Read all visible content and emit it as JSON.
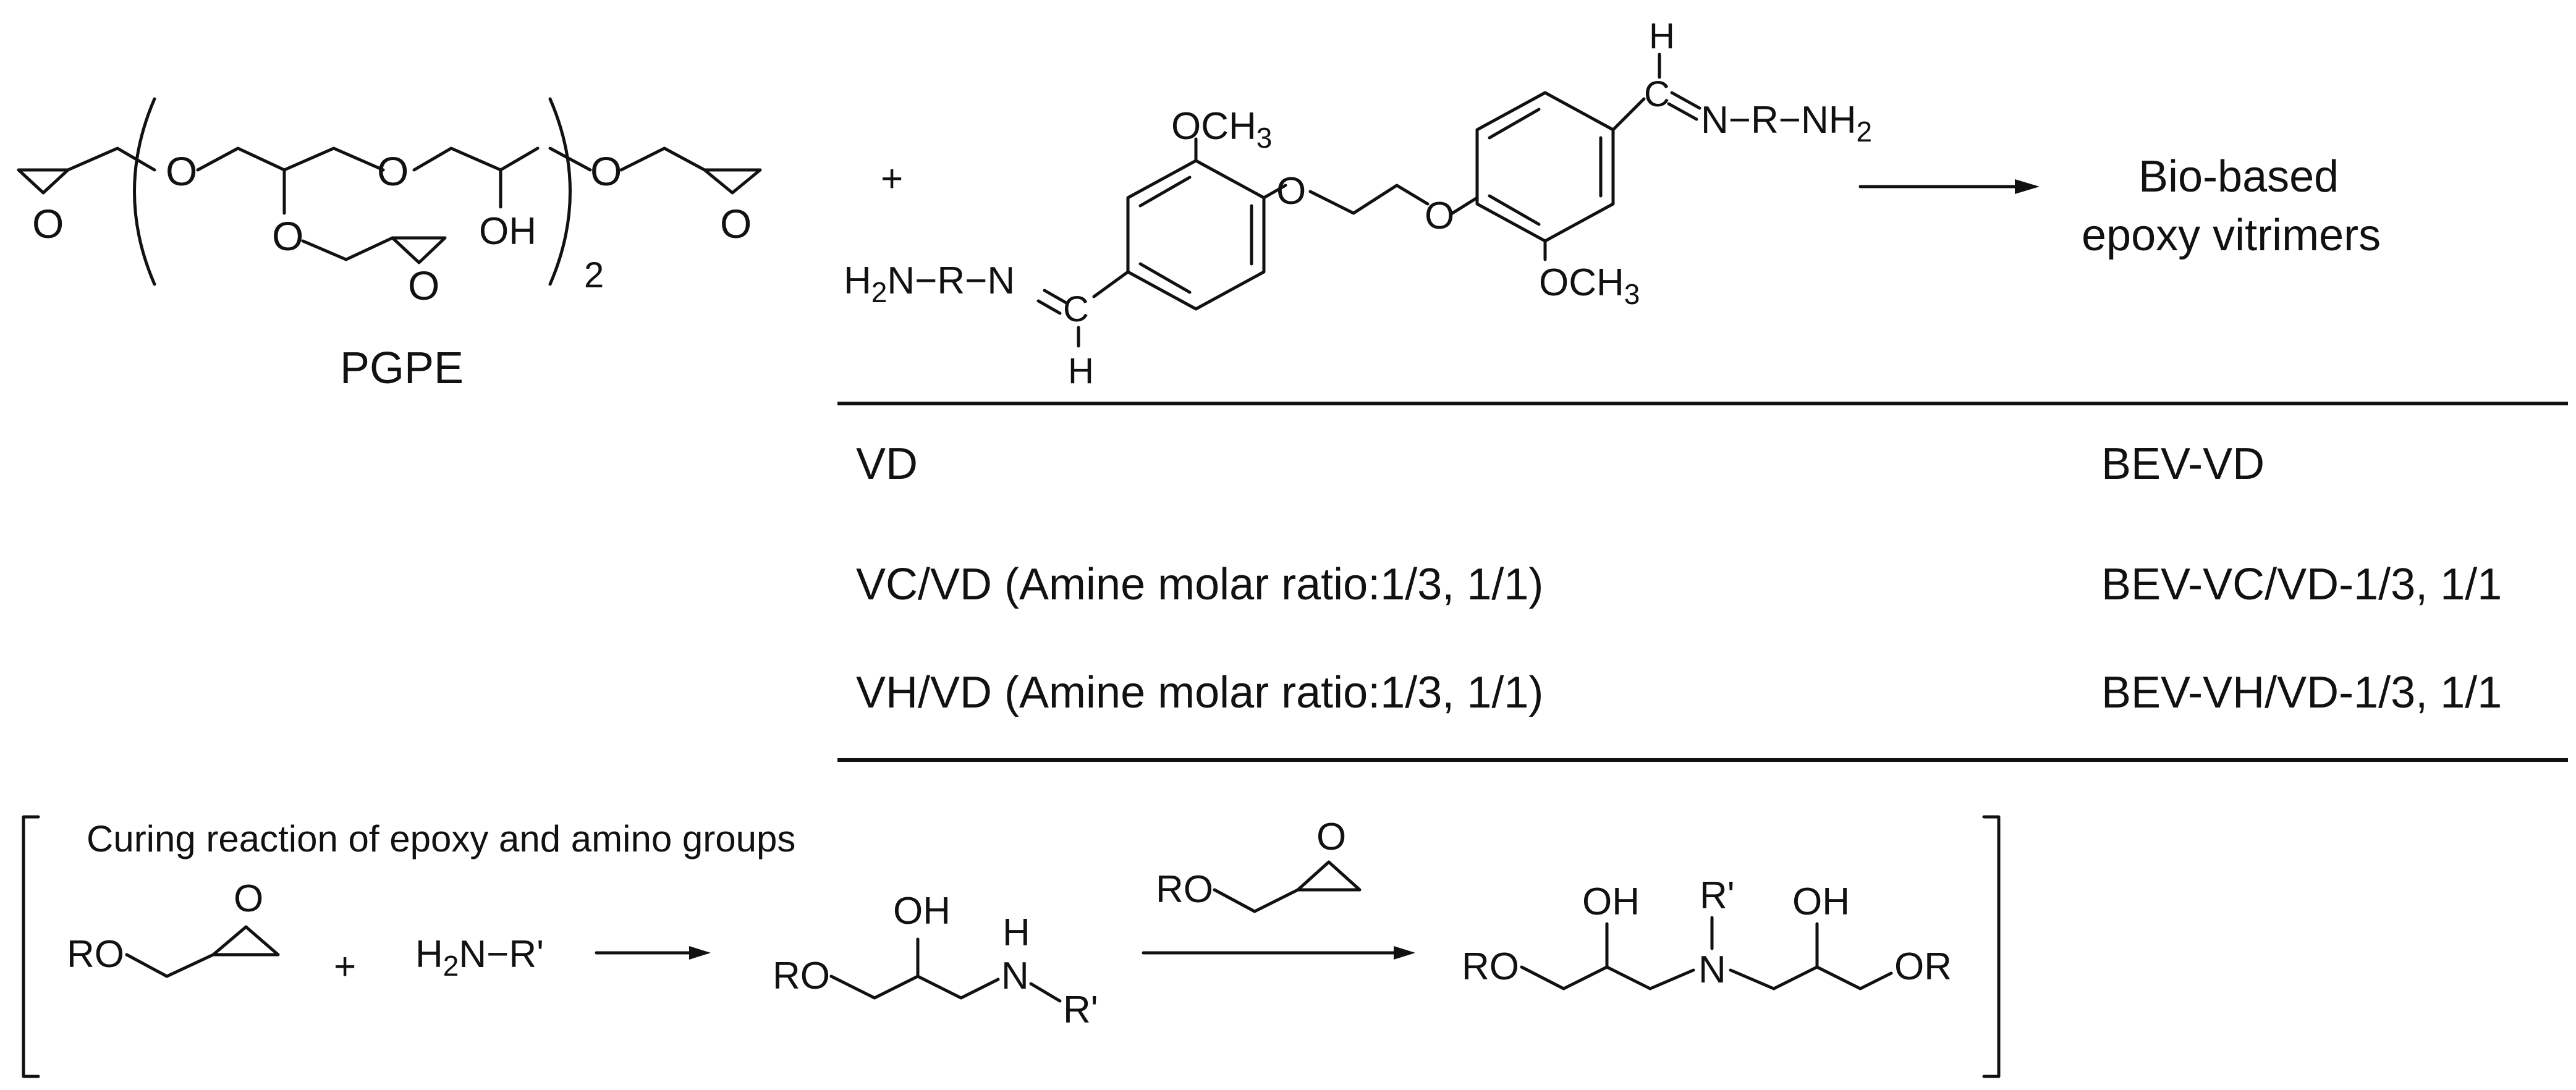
{
  "pgpe": {
    "name": "PGPE",
    "subscript": "2",
    "atom_o": "O",
    "atom_oh": "OH"
  },
  "diamine": {
    "plus": "+",
    "och3_top": "OCH",
    "och3_top_sub": "3",
    "och3_bottom": "OCH",
    "och3_bottom_sub": "3",
    "left_amine": "H",
    "left_amine_sub": "2",
    "left_amine_rest": "N−R−N",
    "right_imine": "N−R−NH",
    "right_imine_sub": "2",
    "h_top": "H",
    "h_bottom": "H",
    "c_top": "C",
    "c_bottom": "C",
    "o_link": "O"
  },
  "product": {
    "line1": "Bio-based",
    "line2": "epoxy vitrimers"
  },
  "table": {
    "rows": [
      {
        "amine": "VD",
        "product": "BEV-VD"
      },
      {
        "amine": "VC/VD (Amine molar ratio:1/3, 1/1)",
        "product": "BEV-VC/VD-1/3, 1/1"
      },
      {
        "amine": "VH/VD (Amine molar ratio:1/3, 1/1)",
        "product": "BEV-VH/VD-1/3, 1/1"
      }
    ]
  },
  "curing": {
    "title": "Curing reaction of epoxy and amino groups",
    "ro": "RO",
    "plus": "+",
    "amine_h": "H",
    "amine_sub": "2",
    "amine_rest": "N−R'",
    "oh": "OH",
    "h": "H",
    "n": "N",
    "r_prime": "R'",
    "or": "OR",
    "o": "O"
  }
}
